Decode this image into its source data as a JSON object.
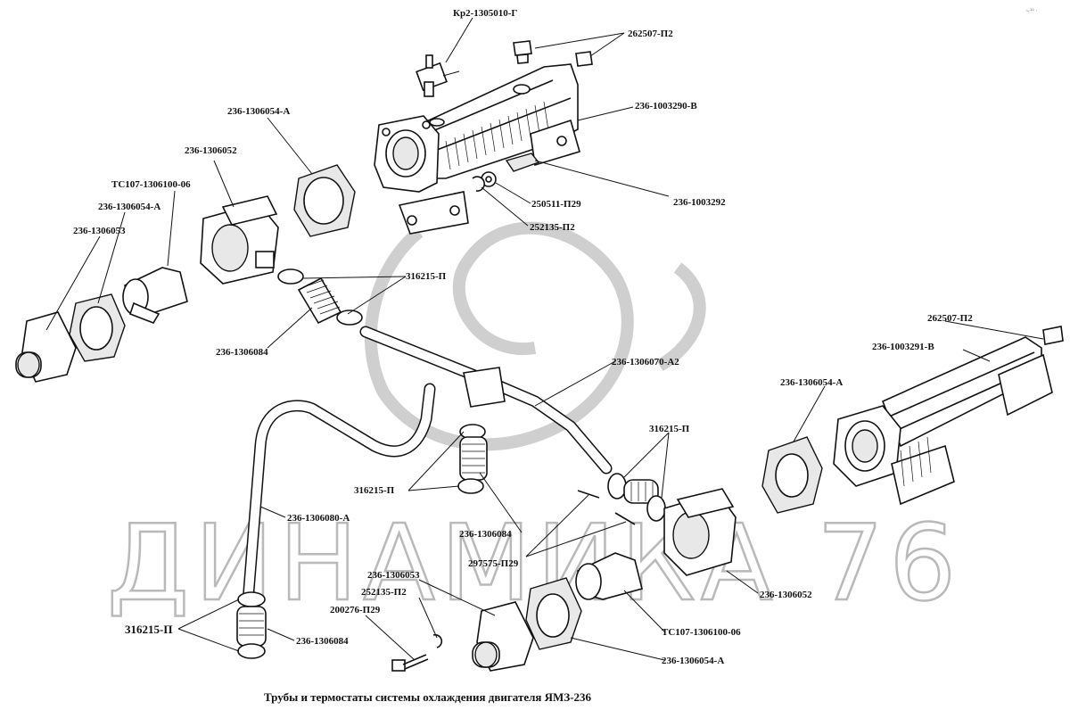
{
  "caption": "Трубы и термостаты системы охлаждения  двигателя ЯМЗ-236",
  "watermark": {
    "text": "ДИНАМИКА 76",
    "color": "#b9b9b9"
  },
  "corner_mark": "~¹⁰ ·",
  "labels": {
    "kr2": "Кр2-1305010-Г",
    "plug_top": "262507-П2",
    "manifold_left": "236-1003290-В",
    "gasket_1003292": "236-1003292",
    "washer_250511": "250511-П29",
    "washer_252135_top": "252135-П2",
    "gasket_top": "236-1306054-А",
    "housing_left": "236-1306052",
    "thermostat_left": "ТС107-1306100-06",
    "gasket_left": "236-1306054-А",
    "cover_left": "236-1306053",
    "clamps_top": "316215-П",
    "hose_top": "236-1306084",
    "tube_70": "236-1306070-А2",
    "plug_right": "262507-П2",
    "manifold_right": "236-1003291-В",
    "gasket_right": "236-1306054-А",
    "clamps_right": "316215-П",
    "clamps_mid": "316215-П",
    "tube_80": "236-1306080-А",
    "hose_mid": "236-1306084",
    "pins_297575": "297575-П29",
    "cover_bottom": "236-1306053",
    "washer_bottom": "252135-П2",
    "bolt_200276": "200276-П29",
    "clamps_bottom": "316215-П",
    "hose_bottom": "236-1306084",
    "housing_right": "236-1306052",
    "thermostat_right": "ТС107-1306100-06",
    "gasket_bottom": "236-1306054-А"
  }
}
